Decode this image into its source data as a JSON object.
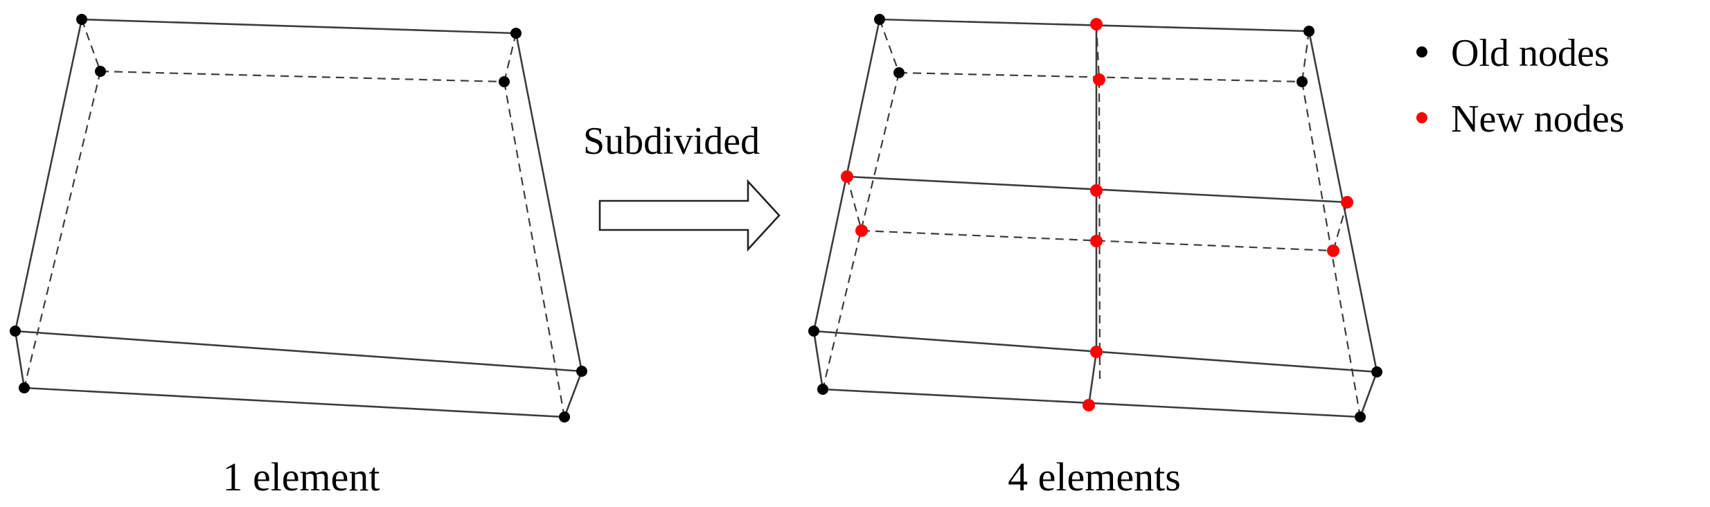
{
  "labels": {
    "left_caption": "1 element",
    "right_caption": "4 elements",
    "arrow_label": "Subdivided"
  },
  "legend": {
    "old_nodes": "Old nodes",
    "new_nodes": "New nodes"
  },
  "colors": {
    "old_node": "#000000",
    "new_node": "#ff0000",
    "edge": "#3c3c3c",
    "background": "#ffffff"
  }
}
